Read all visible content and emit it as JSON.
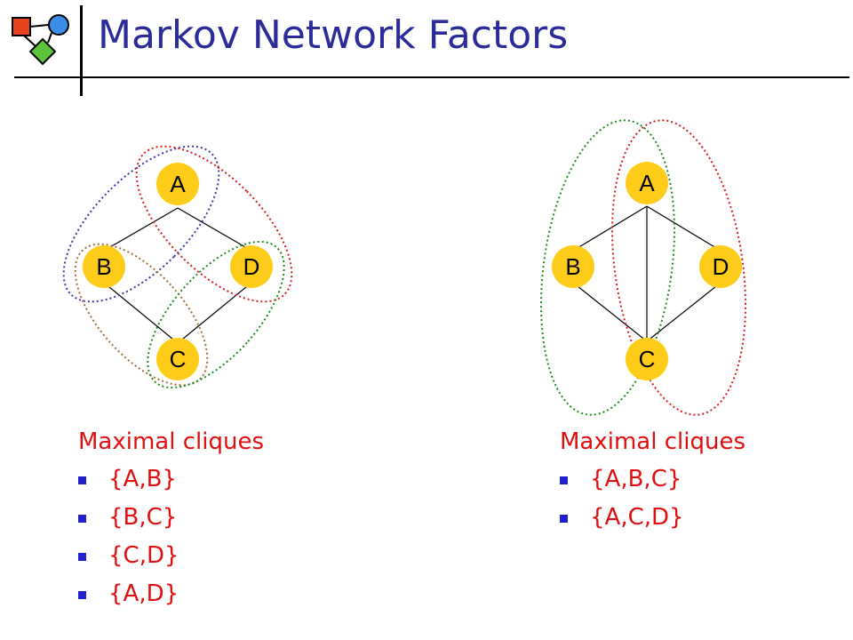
{
  "slide": {
    "title": "Markov Network Factors"
  },
  "colors": {
    "title": "#2b2b99",
    "node_fill": "#ffcc1a",
    "text_red": "#e01010",
    "bullet_blue": "#2020cc",
    "clique_blue": "#3a3aa8",
    "clique_red": "#d42020",
    "clique_green": "#1f8c1f",
    "clique_brown": "#a0703a"
  },
  "left_graph": {
    "nodes": [
      "A",
      "B",
      "D",
      "C"
    ],
    "heading": "Maximal cliques",
    "cliques": [
      "{A,B}",
      "{B,C}",
      "{C,D}",
      "{A,D}"
    ]
  },
  "right_graph": {
    "nodes": [
      "A",
      "B",
      "D",
      "C"
    ],
    "heading": "Maximal cliques",
    "cliques": [
      "{A,B,C}",
      "{A,C,D}"
    ]
  }
}
